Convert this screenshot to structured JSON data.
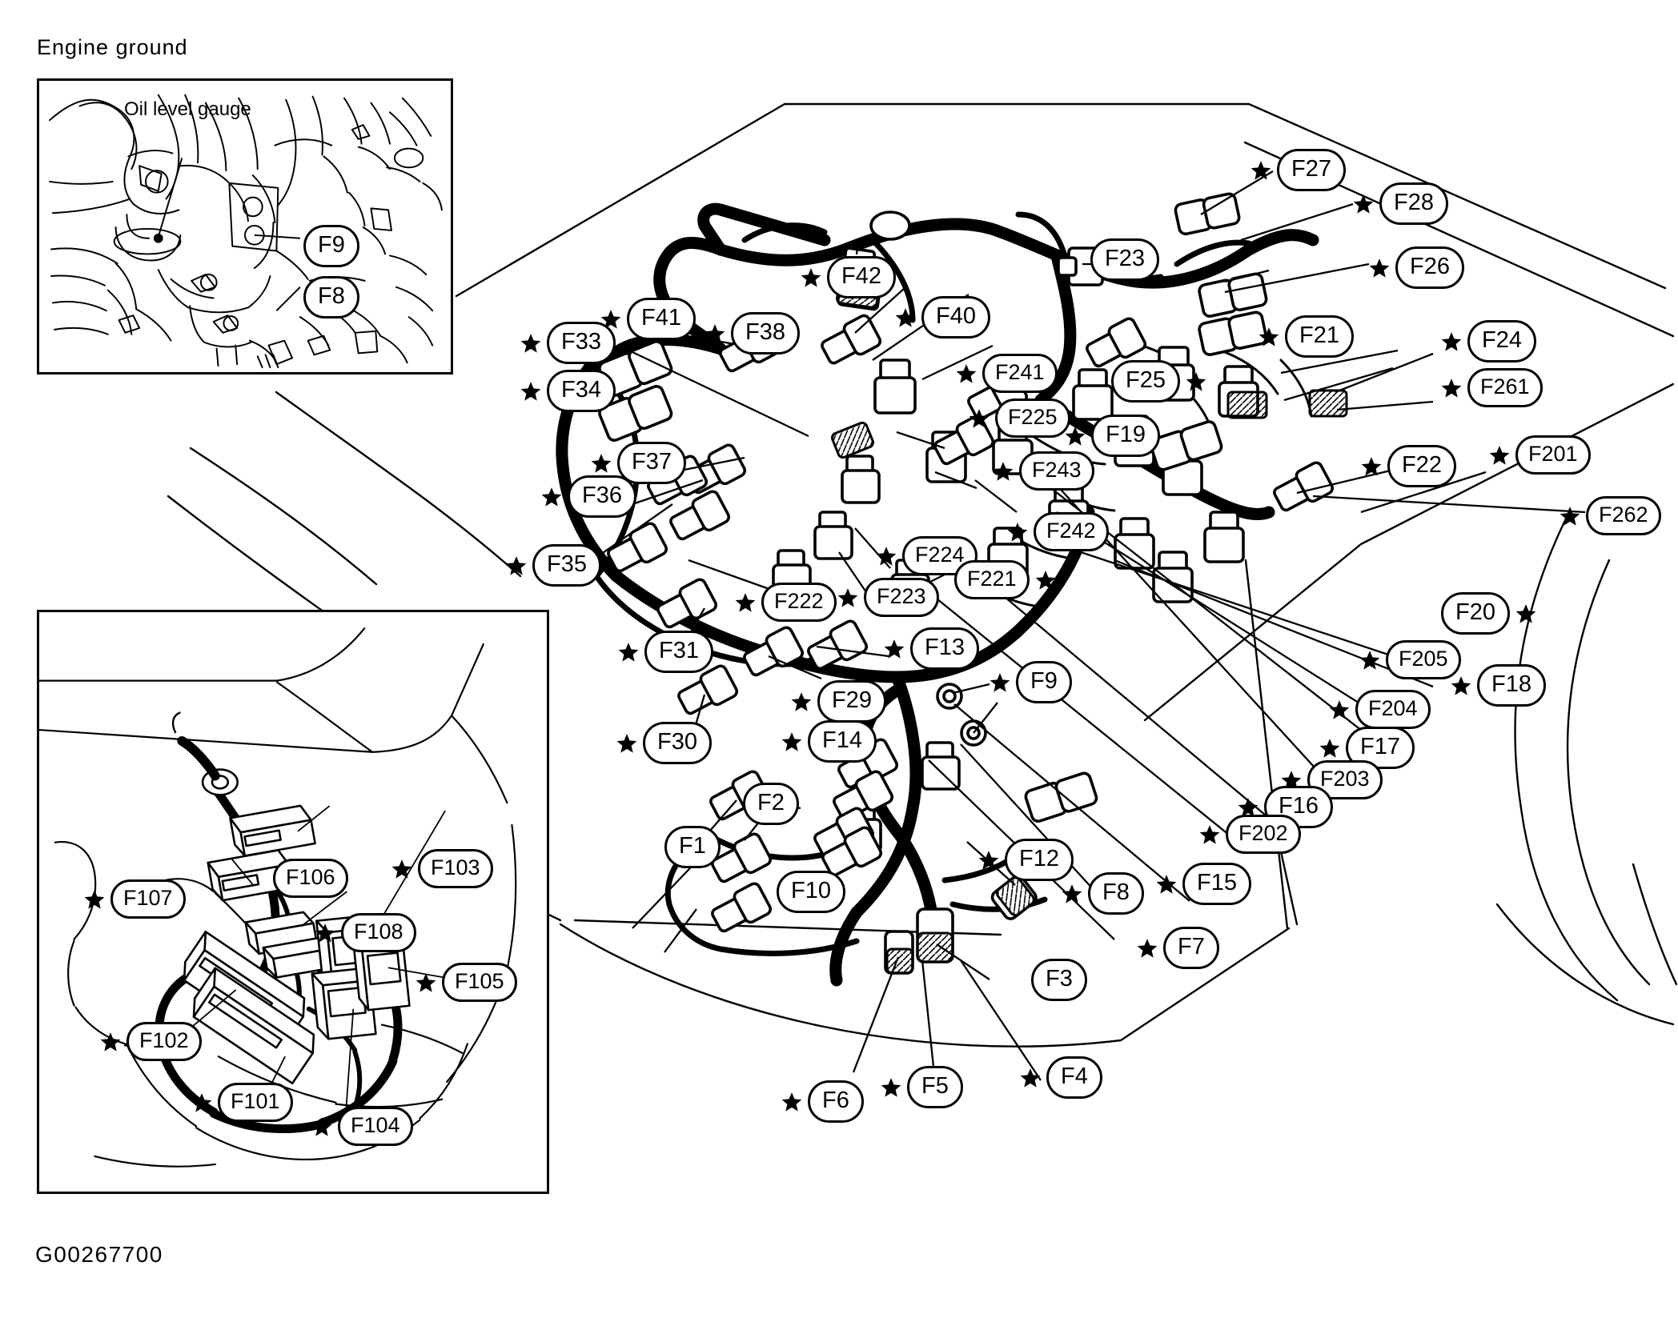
{
  "figure": {
    "id_label": "G00267700",
    "diagram_type": "Engine room harness connector location diagram"
  },
  "insets": [
    {
      "name": "engine-ground-inset",
      "title": "Engine ground",
      "internal_labels": [
        {
          "text": "Oil level gauge",
          "kind": "plain"
        },
        {
          "text": "F9",
          "kind": "pill"
        },
        {
          "text": "F8",
          "kind": "pill"
        }
      ]
    },
    {
      "name": "fuse-box-inset",
      "title": "",
      "internal_labels": [
        {
          "text": "F107",
          "star": true
        },
        {
          "text": "F106",
          "star": false
        },
        {
          "text": "F103",
          "star": true
        },
        {
          "text": "F108",
          "star": true
        },
        {
          "text": "F105",
          "star": true
        },
        {
          "text": "F102",
          "star": true
        },
        {
          "text": "F101",
          "star": true
        },
        {
          "text": "F104",
          "star": true
        }
      ]
    }
  ],
  "main_callouts": [
    {
      "id": "F27",
      "label": "F27",
      "star": "left"
    },
    {
      "id": "F28",
      "label": "F28",
      "star": "left"
    },
    {
      "id": "F26",
      "label": "F26",
      "star": "left"
    },
    {
      "id": "F23",
      "label": "F23",
      "star": "none"
    },
    {
      "id": "F42",
      "label": "F42",
      "star": "left"
    },
    {
      "id": "F41",
      "label": "F41",
      "star": "left"
    },
    {
      "id": "F33",
      "label": "F33",
      "star": "left"
    },
    {
      "id": "F34",
      "label": "F34",
      "star": "left"
    },
    {
      "id": "F38",
      "label": "F38",
      "star": "left"
    },
    {
      "id": "F40",
      "label": "F40",
      "star": "left"
    },
    {
      "id": "F241",
      "label": "F241",
      "star": "left"
    },
    {
      "id": "F21",
      "label": "F21",
      "star": "left"
    },
    {
      "id": "F24",
      "label": "F24",
      "star": "left"
    },
    {
      "id": "F25",
      "label": "F25",
      "star": "right"
    },
    {
      "id": "F261",
      "label": "F261",
      "star": "left"
    },
    {
      "id": "F225",
      "label": "F225",
      "star": "left"
    },
    {
      "id": "F19",
      "label": "F19",
      "star": "left"
    },
    {
      "id": "F201",
      "label": "F201",
      "star": "left"
    },
    {
      "id": "F22",
      "label": "F22",
      "star": "left"
    },
    {
      "id": "F37",
      "label": "F37",
      "star": "left"
    },
    {
      "id": "F243",
      "label": "F243",
      "star": "left"
    },
    {
      "id": "F36",
      "label": "F36",
      "star": "left"
    },
    {
      "id": "F242",
      "label": "F242",
      "star": "left"
    },
    {
      "id": "F262",
      "label": "F262",
      "star": "left"
    },
    {
      "id": "F35",
      "label": "F35",
      "star": "left"
    },
    {
      "id": "F224",
      "label": "F224",
      "star": "left"
    },
    {
      "id": "F223",
      "label": "F223",
      "star": "left"
    },
    {
      "id": "F221",
      "label": "F221",
      "star": "right"
    },
    {
      "id": "F20",
      "label": "F20",
      "star": "right"
    },
    {
      "id": "F222",
      "label": "F222",
      "star": "left"
    },
    {
      "id": "F31",
      "label": "F31",
      "star": "left"
    },
    {
      "id": "F13",
      "label": "F13",
      "star": "left"
    },
    {
      "id": "F29",
      "label": "F29",
      "star": "left"
    },
    {
      "id": "F205",
      "label": "F205",
      "star": "left"
    },
    {
      "id": "F18",
      "label": "F18",
      "star": "left"
    },
    {
      "id": "F204",
      "label": "F204",
      "star": "left"
    },
    {
      "id": "F30",
      "label": "F30",
      "star": "left"
    },
    {
      "id": "F14",
      "label": "F14",
      "star": "left"
    },
    {
      "id": "F9",
      "label": "F9",
      "star": "left"
    },
    {
      "id": "F17",
      "label": "F17",
      "star": "left"
    },
    {
      "id": "F203",
      "label": "F203",
      "star": "left"
    },
    {
      "id": "F2",
      "label": "F2",
      "star": "none"
    },
    {
      "id": "F16",
      "label": "F16",
      "star": "left"
    },
    {
      "id": "F202",
      "label": "F202",
      "star": "left"
    },
    {
      "id": "F1",
      "label": "F1",
      "star": "none"
    },
    {
      "id": "F12",
      "label": "F12",
      "star": "left"
    },
    {
      "id": "F10",
      "label": "F10",
      "star": "none"
    },
    {
      "id": "F8",
      "label": "F8",
      "star": "left"
    },
    {
      "id": "F15",
      "label": "F15",
      "star": "left"
    },
    {
      "id": "F7",
      "label": "F7",
      "star": "left"
    },
    {
      "id": "F3",
      "label": "F3",
      "star": "none"
    },
    {
      "id": "F6",
      "label": "F6",
      "star": "left"
    },
    {
      "id": "F5",
      "label": "F5",
      "star": "left"
    },
    {
      "id": "F4",
      "label": "F4",
      "star": "left"
    }
  ],
  "colors": {
    "ink": "#000000",
    "paper": "#ffffff"
  }
}
